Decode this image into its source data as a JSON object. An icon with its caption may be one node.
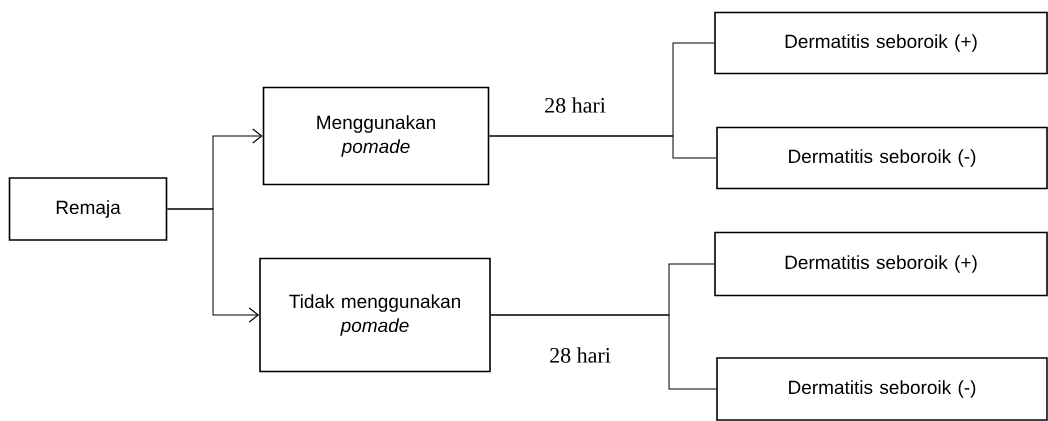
{
  "diagram": {
    "nodes": [
      {
        "text": [
          "Remaja"
        ]
      },
      {
        "text": [
          "Menggunakan *pomade*"
        ]
      },
      {
        "text": [
          "Tidak menggunakan *pomade*"
        ]
      },
      {
        "text": [
          "Dermatitis seboroik (+)"
        ]
      },
      {
        "text": [
          "Dermatitis seboroik (-)"
        ]
      },
      {
        "text": [
          "Dermatitis seboroik (+)"
        ]
      },
      {
        "text": [
          "Dermatitis seboroik (-)"
        ]
      }
    ],
    "edges": [
      {
        "from": 0,
        "to": 1,
        "arrow": "to"
      },
      {
        "from": 0,
        "to": 2,
        "arrow": "to"
      },
      {
        "from": 1,
        "to": 3,
        "arrow": "none",
        "label": "28 hari"
      },
      {
        "from": 1,
        "to": 4,
        "arrow": "none"
      },
      {
        "from": 2,
        "to": 5,
        "arrow": "none",
        "label": "28 hari"
      },
      {
        "from": 2,
        "to": 6,
        "arrow": "none"
      }
    ]
  }
}
